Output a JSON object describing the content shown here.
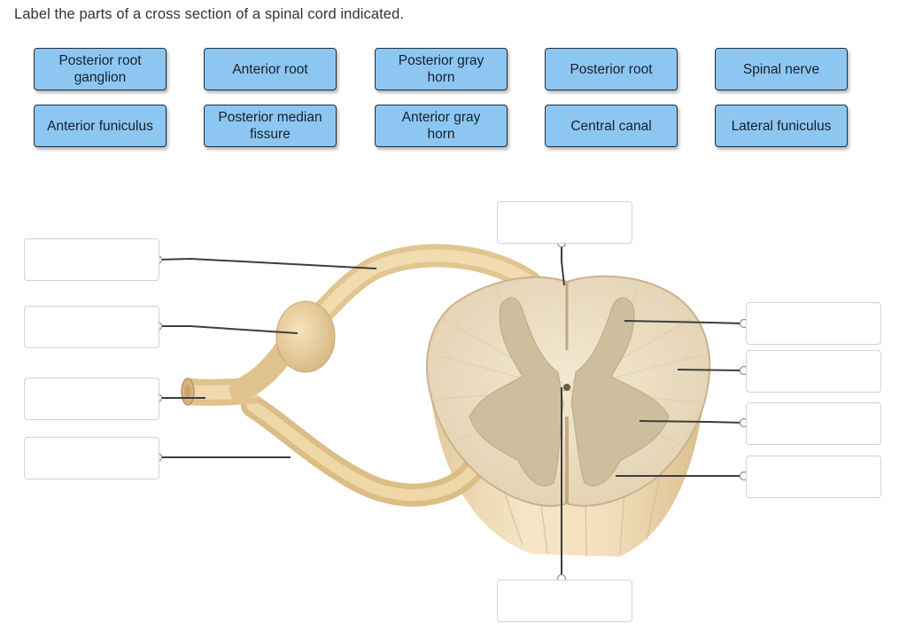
{
  "instruction": "Label the parts of a cross section of a spinal cord indicated.",
  "labels": [
    "Posterior root\nganglion",
    "Anterior root",
    "Posterior gray\nhorn",
    "Posterior root",
    "Spinal nerve",
    "Anterior funiculus",
    "Posterior median\nfissure",
    "Anterior gray\nhorn",
    "Central canal",
    "Lateral funiculus"
  ],
  "drop_targets": [
    "",
    "",
    "",
    "",
    "",
    "",
    "",
    "",
    "",
    ""
  ],
  "colors": {
    "tile_fill": "#8ec6f2",
    "tile_border": "#1f2d3a",
    "nerve": "#e9cf9f",
    "white_matter": "#efe1c8",
    "gray_matter": "#cbbd9c",
    "leader_line": "#3d3d3d"
  }
}
